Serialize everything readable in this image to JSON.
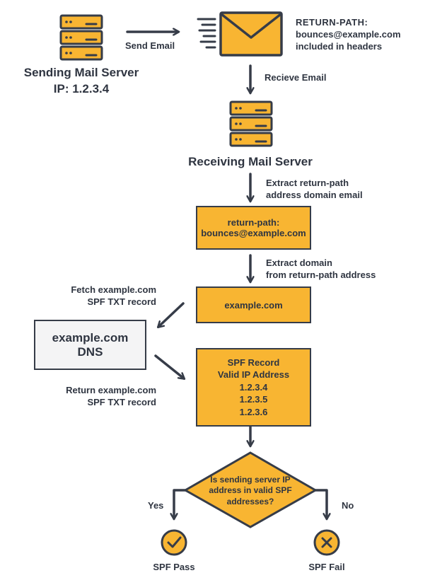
{
  "colors": {
    "accent": "#f8b532",
    "stroke": "#363c48",
    "text": "#2f3541",
    "dns_box_fill": "#f4f4f5"
  },
  "sending_server": {
    "title": "Sending Mail Server",
    "ip": "IP: 1.2.3.4",
    "icon": "server-stack-icon"
  },
  "send_email_label": "Send Email",
  "envelope": {
    "icon": "envelope-icon",
    "return_path_heading": "RETURN-PATH:",
    "return_path_line1": "bounces@example.com",
    "return_path_line2": "included in headers"
  },
  "receive_email_label": "Recieve Email",
  "receiving_server": {
    "title": "Receiving Mail Server",
    "icon": "server-stack-icon"
  },
  "extract_return_path": {
    "line1": "Extract return-path",
    "line2": "address domain email"
  },
  "return_path_box": {
    "line1": "return-path:",
    "line2": "bounces@example.com"
  },
  "extract_domain": {
    "line1": "Extract domain",
    "line2": "from return-path address"
  },
  "domain_box": {
    "label": "example.com"
  },
  "fetch_label": {
    "line1": "Fetch example.com",
    "line2": "SPF TXT record"
  },
  "dns_box": {
    "line1": "example.com",
    "line2": "DNS"
  },
  "return_label": {
    "line1": "Return example.com",
    "line2": "SPF TXT record"
  },
  "spf_record_box": {
    "line1": "SPF Record",
    "line2": "Valid IP Address",
    "ips": [
      "1.2.3.4",
      "1.2.3.5",
      "1.2.3.6"
    ]
  },
  "decision": {
    "line1": "Is sending server IP",
    "line2": "address in valid SPF",
    "line3": "addresses?",
    "yes_label": "Yes",
    "no_label": "No"
  },
  "pass": {
    "label": "SPF Pass",
    "icon": "checkmark-icon"
  },
  "fail": {
    "label": "SPF Fail",
    "icon": "x-mark-icon"
  }
}
